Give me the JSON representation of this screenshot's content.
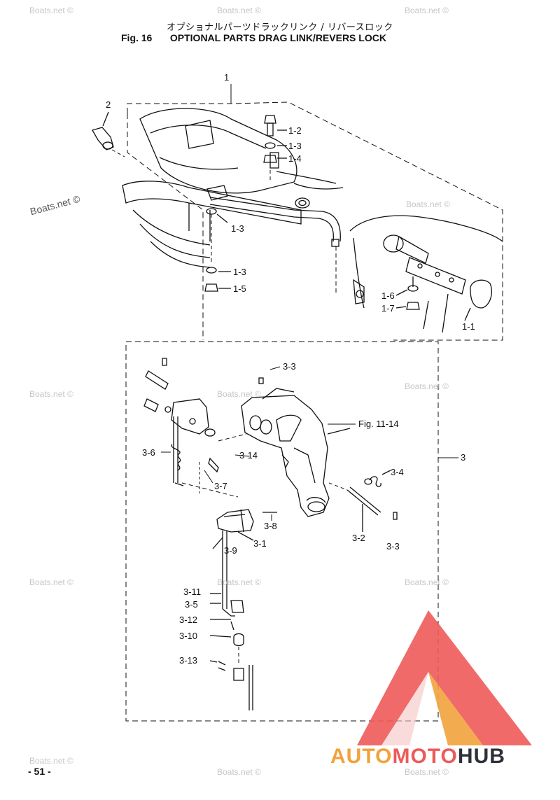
{
  "header": {
    "title_jp": "オプショナルパーツドラックリンク / リバースロック",
    "fig_number": "Fig. 16",
    "fig_title": "OPTIONAL PARTS DRAG LINK/REVERS LOCK"
  },
  "callouts": {
    "c1": "1",
    "c2": "2",
    "c1_1": "1-1",
    "c1_2": "1-2",
    "c1_3a": "1-3",
    "c1_4": "1-4",
    "c1_3b": "1-3",
    "c1_3c": "1-3",
    "c1_5": "1-5",
    "c1_6": "1-6",
    "c1_7": "1-7",
    "c3": "3",
    "c3_3a": "3-3",
    "fig_ref": "Fig. 11-14",
    "c3_6": "3-6",
    "c3_14": "3-14",
    "c3_7": "3-7",
    "c3_4": "3-4",
    "c3_8": "3-8",
    "c3_1": "3-1",
    "c3_9": "3-9",
    "c3_2": "3-2",
    "c3_3b": "3-3",
    "c3_11": "3-11",
    "c3_5": "3-5",
    "c3_12": "3-12",
    "c3_10": "3-10",
    "c3_13": "3-13"
  },
  "watermarks": {
    "w1": "Boats.net ©",
    "w2": "Boats.net ©",
    "w3": "Boats.net ©",
    "w4": "Boats.net ©",
    "w5": "Boats.net ©",
    "w6": "Boats.net ©",
    "w7": "Boats.net ©",
    "w8": "Boats.net ©",
    "w9": "Boats.net ©",
    "w10": "Boats.net ©",
    "w11": "Boats.net ©",
    "w12": "Boats.net ©",
    "w13": "Boats.net ©",
    "w14": "Boats.net ©"
  },
  "footer": {
    "page_number": "- 51 -"
  },
  "logo": {
    "part1": "AUTO",
    "part2": "MOTO",
    "part3": "HUB"
  },
  "colors": {
    "ink": "#111111",
    "watermark": "#c6c6c6",
    "logo_orange": "#f2a23c",
    "logo_red": "#ee5a5a",
    "logo_dark": "#2d2f3a"
  }
}
